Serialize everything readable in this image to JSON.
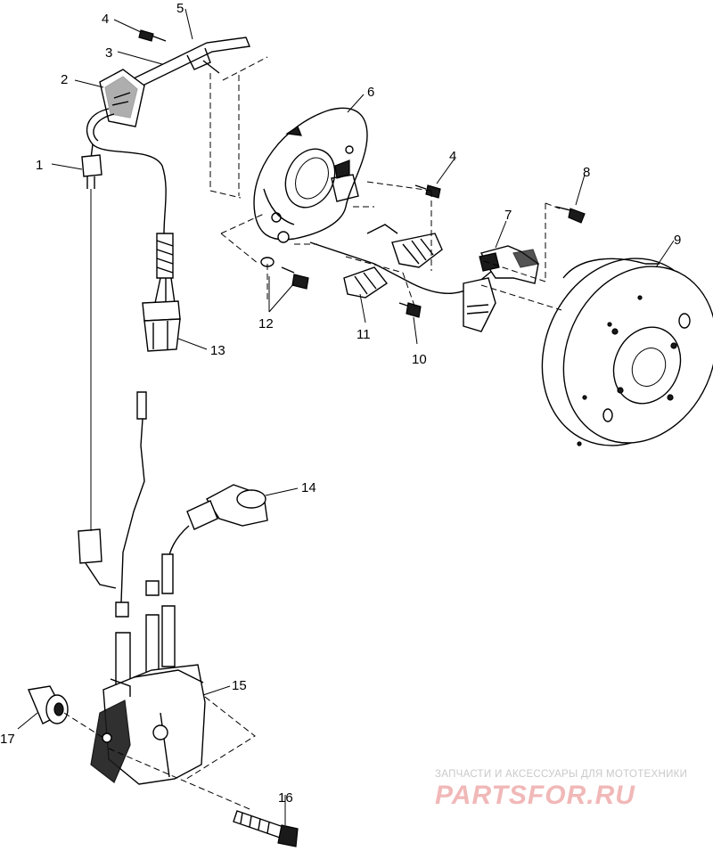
{
  "callouts": [
    {
      "id": "c1",
      "label": "1"
    },
    {
      "id": "c2",
      "label": "2"
    },
    {
      "id": "c3",
      "label": "3"
    },
    {
      "id": "c4a",
      "label": "4"
    },
    {
      "id": "c4b",
      "label": "4"
    },
    {
      "id": "c5",
      "label": "5"
    },
    {
      "id": "c6",
      "label": "6"
    },
    {
      "id": "c7",
      "label": "7"
    },
    {
      "id": "c8",
      "label": "8"
    },
    {
      "id": "c9",
      "label": "9"
    },
    {
      "id": "c10",
      "label": "10"
    },
    {
      "id": "c11",
      "label": "11"
    },
    {
      "id": "c12",
      "label": "12"
    },
    {
      "id": "c13",
      "label": "13"
    },
    {
      "id": "c14",
      "label": "14"
    },
    {
      "id": "c15",
      "label": "15"
    },
    {
      "id": "c16",
      "label": "16"
    },
    {
      "id": "c17",
      "label": "17"
    }
  ],
  "watermark": {
    "tagline": "ЗАПЧАСТИ И АКСЕССУАРЫ ДЛЯ МОТОТЕХНИКИ",
    "brand": "PARTSFOR.RU"
  }
}
